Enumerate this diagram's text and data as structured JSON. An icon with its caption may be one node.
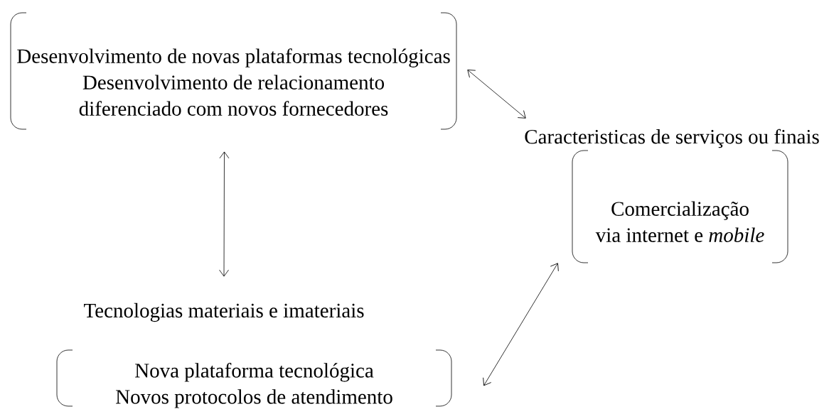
{
  "diagram": {
    "nodes": [
      {
        "text": [
          "Desenvolvimento de novas plataformas tecnológicas",
          "Desenvolvimento de relacionamento diferenciado com novos fornecedores"
        ]
      },
      {
        "text": [
          "Caracteristicas de serviços ou finais",
          "Comercialização via internet e *mobile*"
        ]
      },
      {
        "text": [
          "Tecnologias materiais e imateriais",
          "Nova plataforma tecnológica",
          "Novos protocolos de atendimento"
        ]
      }
    ],
    "edges": [
      {
        "from": 0,
        "to": 1,
        "arrow": "both"
      },
      {
        "from": 0,
        "to": 2,
        "arrow": "both"
      },
      {
        "from": 2,
        "to": 1,
        "arrow": "both"
      }
    ]
  }
}
